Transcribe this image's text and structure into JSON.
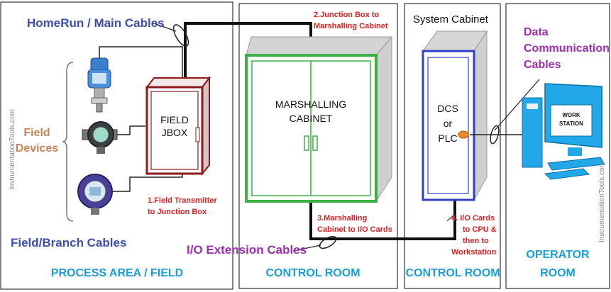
{
  "zones": {
    "process_area": "PROCESS AREA / FIELD",
    "control_room_1": "CONTROL ROOM",
    "control_room_2": "CONTROL ROOM",
    "operator_room_line1": "OPERATOR",
    "operator_room_line2": "ROOM"
  },
  "labels": {
    "homerun": "HomeRun / Main Cables",
    "field_devices_line1": "Field",
    "field_devices_line2": "Devices",
    "field_branch": "Field/Branch Cables",
    "io_extension": "I/O Extension Cables",
    "system_cabinet": "System Cabinet",
    "data_comm_line1": "Data",
    "data_comm_line2": "Communication",
    "data_comm_line3": "Cables"
  },
  "steps": {
    "step1_line1": "1.Field Transmitter",
    "step1_line2": "to Junction Box",
    "step2_line1": "2.Junction Box to",
    "step2_line2": "Marshalling Cabinet",
    "step3_line1": "3.Marshalling",
    "step3_line2": "Cabinet to I/O Cards",
    "step4_line1": "4. I/O Cards",
    "step4_line2": "to CPU &",
    "step4_line3": "then to",
    "step4_line4": "Workstation"
  },
  "devices": {
    "jbox_line1": "FIELD",
    "jbox_line2": "JBOX",
    "marshalling_line1": "MARSHALLING",
    "marshalling_line2": "CABINET",
    "dcs_line1": "DCS",
    "dcs_line2": "or",
    "dcs_line3": "PLC",
    "workstation_line1": "WORK",
    "workstation_line2": "STATION"
  },
  "watermark": "InstrumentationTools.com",
  "colors": {
    "zone_label": "#1a9fd8",
    "callout_blue": "#3a4fb0",
    "callout_purple": "#9b2fb0",
    "field_devices": "#c8845a",
    "step_red": "#e02020",
    "jbox": "#8b1a1a",
    "marshalling": "#3cb043",
    "cpu": "#3040c0",
    "workstation": "#22a8e8"
  }
}
